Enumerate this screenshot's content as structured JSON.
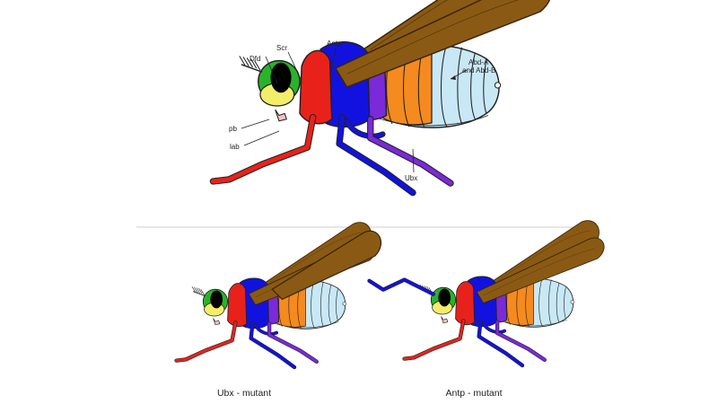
{
  "top_fly": {
    "labels": {
      "dfd": "Dfd",
      "scr": "Scr",
      "antp": "Antp",
      "abd": "Abd-A",
      "abd2": "and Abd-B",
      "pb": "pb",
      "lab": "lab",
      "ubx": "Ubx"
    }
  },
  "bottom_left": {
    "caption": "Ubx - mutant"
  },
  "bottom_right": {
    "caption": "Antp - mutant"
  },
  "colors": {
    "wing": "#8a5a14",
    "lab": "#f4c2c2",
    "pb": "#f3ee6a",
    "dfd": "#2ab32a",
    "scr": "#e8221b",
    "antp": "#1212e0",
    "ubx": "#7a2ad8",
    "abd_a": "#f58a1f",
    "abd_b": "#c8e8f6",
    "eye": "#000000",
    "divider": "#cfcfcf"
  }
}
